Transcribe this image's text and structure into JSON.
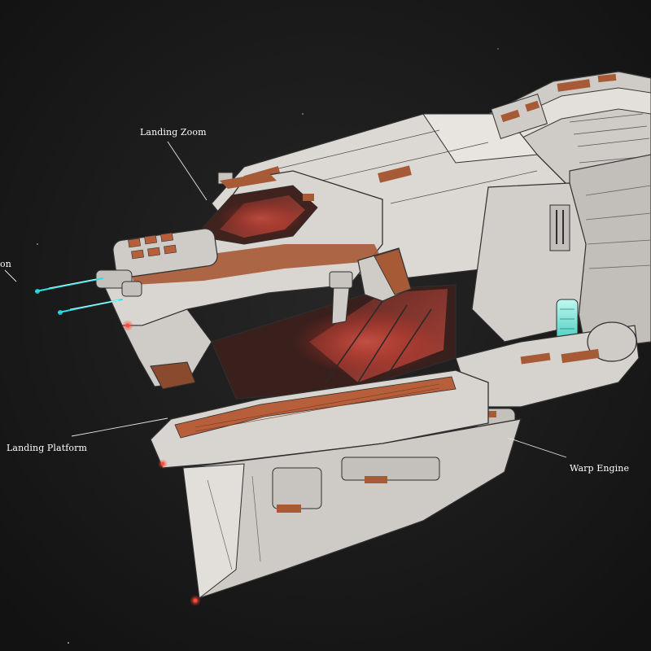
{
  "callouts": {
    "landing_zoom": "Landing Zoom",
    "weapon_fragment": "on",
    "landing_platform": "Landing Platform",
    "warp_engine": "Warp Engine"
  },
  "colors": {
    "background": "#1a1a1a",
    "hull": "#d8d5d1",
    "hull_shadow": "#a9a5a0",
    "accent_stripe": "#a65a36",
    "glow_red": "#ff3b30",
    "engine_cyan": "#58e0d0",
    "laser_cyan": "#2de0e8",
    "label_text": "#ffffff"
  }
}
